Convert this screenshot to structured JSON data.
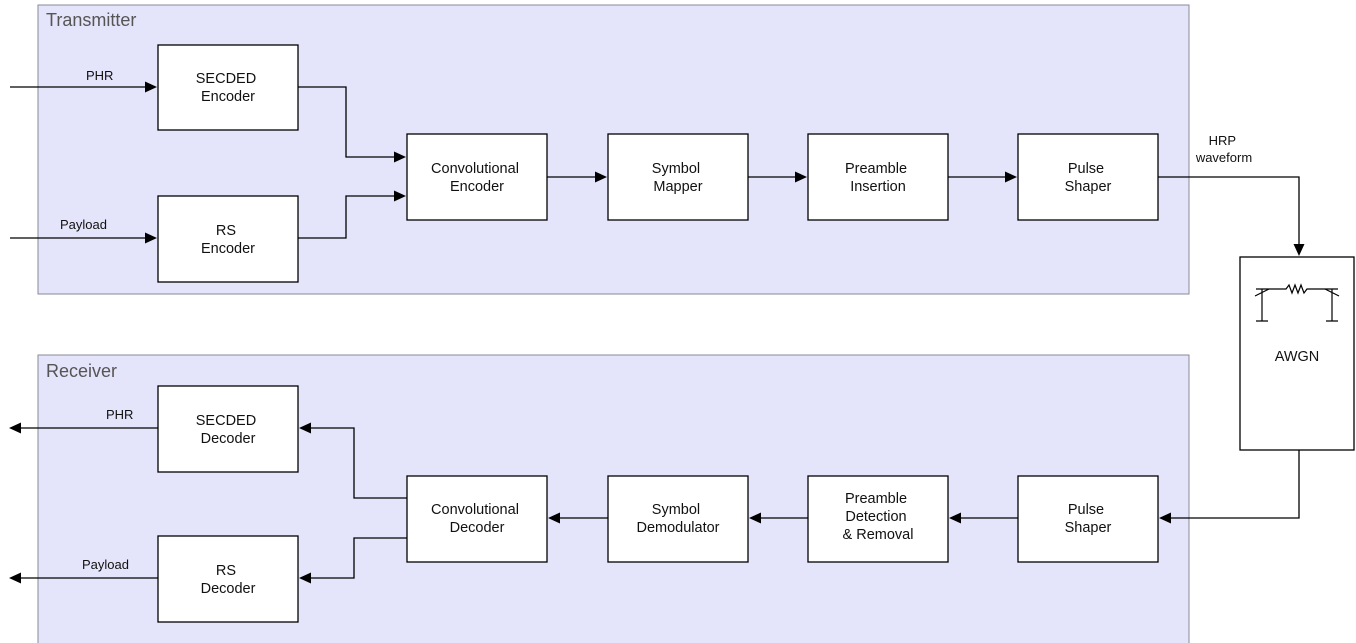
{
  "sections": {
    "transmitter": {
      "title": "Transmitter"
    },
    "receiver": {
      "title": "Receiver"
    }
  },
  "blocks": {
    "secded_encoder": [
      "SECDED",
      "Encoder"
    ],
    "rs_encoder": [
      "RS",
      "Encoder"
    ],
    "convolutional_encoder": [
      "Convolutional",
      "Encoder"
    ],
    "symbol_mapper": [
      "Symbol",
      "Mapper"
    ],
    "preamble_insertion": [
      "Preamble",
      "Insertion"
    ],
    "tx_pulse_shaper": [
      "Pulse",
      "Shaper"
    ],
    "awgn": [
      "AWGN"
    ],
    "rx_pulse_shaper": [
      "Pulse",
      "Shaper"
    ],
    "preamble_detection_removal": [
      "Preamble",
      "Detection",
      "& Removal"
    ],
    "symbol_demodulator": [
      "Symbol",
      "Demodulator"
    ],
    "convolutional_decoder": [
      "Convolutional",
      "Decoder"
    ],
    "secded_decoder": [
      "SECDED",
      "Decoder"
    ],
    "rs_decoder": [
      "RS",
      "Decoder"
    ]
  },
  "signals": {
    "tx_phr": "PHR",
    "tx_payload": "Payload",
    "hrp_waveform": [
      "HRP",
      "waveform"
    ],
    "rx_phr": "PHR",
    "rx_payload": "Payload"
  },
  "icons": {
    "awgn": "noise-channel-icon"
  },
  "colors": {
    "section_fill": "#e4e4fa",
    "section_border": "#8a8a9a",
    "block_fill": "#ffffff",
    "line": "#000000"
  }
}
